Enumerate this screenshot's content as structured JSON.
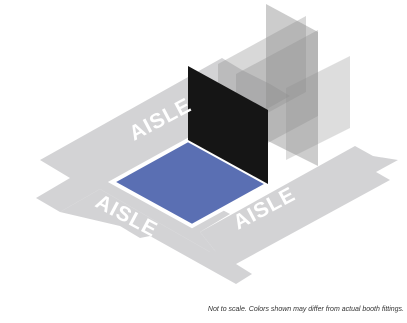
{
  "diagram": {
    "aisle_labels": [
      "AISLE",
      "AISLE",
      "AISLE"
    ],
    "note": "Not to scale. Colors shown may differ from actual booth fittings.",
    "colors": {
      "aisle": "#d3d3d5",
      "aisle_outline": "#ffffff",
      "floor": "#5a6fb3",
      "floor_border": "#ffffff",
      "back_wall": "#151515",
      "ghost_wall": "#8f8f8f"
    }
  }
}
